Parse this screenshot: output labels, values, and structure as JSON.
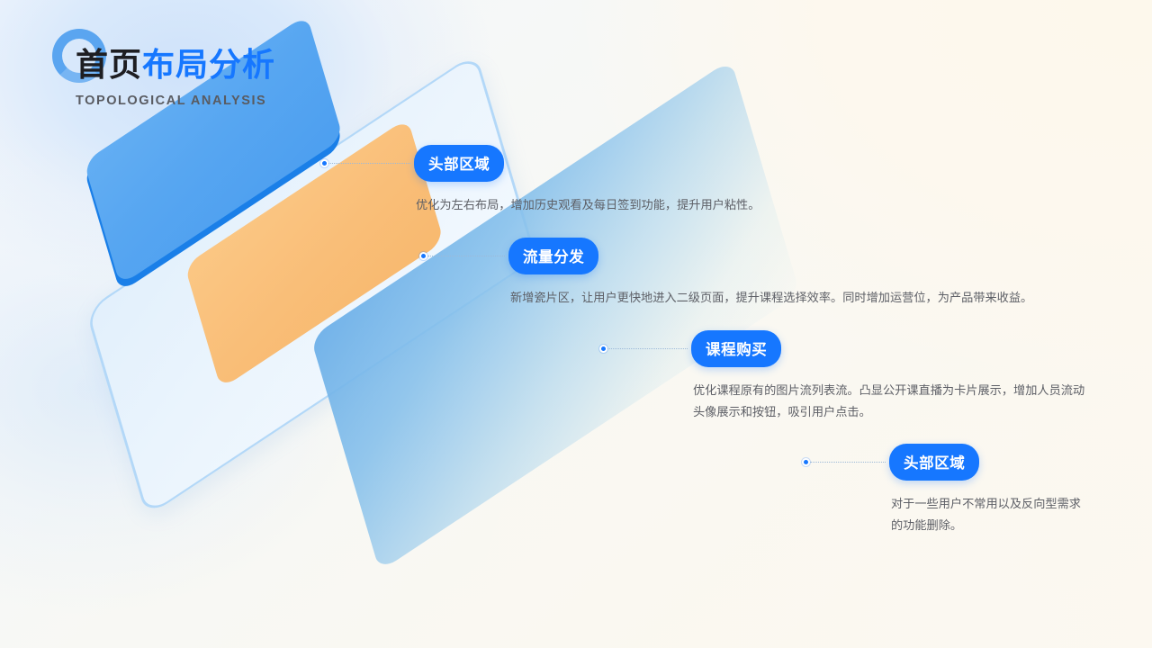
{
  "header": {
    "logo_icon": "ring-logo-icon",
    "title_dark": "首页",
    "title_blue": "布局分析",
    "subtitle": "TOPOLOGICAL ANALYSIS"
  },
  "colors": {
    "accent_blue": "#1677ff",
    "title_dark": "#1e1e22",
    "subtitle_gray": "#595b61",
    "body_gray": "#5d5f66",
    "card_blue": "#57a6f1",
    "card_blue_edge": "#1a7fe8",
    "card_orange": "#f9be78",
    "slab_fill": "#eaf4fd",
    "slab_border": "#b3d8f8",
    "bg_blue": "#d9e9fb",
    "bg_cream": "#fdf8ee"
  },
  "callouts": [
    {
      "badge": "头部区域",
      "description": "优化为左右布局，增加历史观看及每日签到功能，提升用户粘性。"
    },
    {
      "badge": "流量分发",
      "description": "新增瓷片区，让用户更快地进入二级页面，提升课程选择效率。同时增加运营位，为产品带来收益。"
    },
    {
      "badge": "课程购买",
      "description": "优化课程原有的图片流列表流。凸显公开课直播为卡片展示，增加人员流动头像展示和按钮，吸引用户点击。"
    },
    {
      "badge": "头部区域",
      "description": "对于一些用户不常用以及反向型需求的功能删除。"
    }
  ],
  "illustration": {
    "layers": [
      {
        "name": "base-slab",
        "color": "#eaf4fd"
      },
      {
        "name": "blue-card",
        "color": "#57a6f1"
      },
      {
        "name": "orange-card",
        "color": "#f9be78"
      },
      {
        "name": "large-blue-card",
        "color": "#6cafe8"
      }
    ]
  }
}
